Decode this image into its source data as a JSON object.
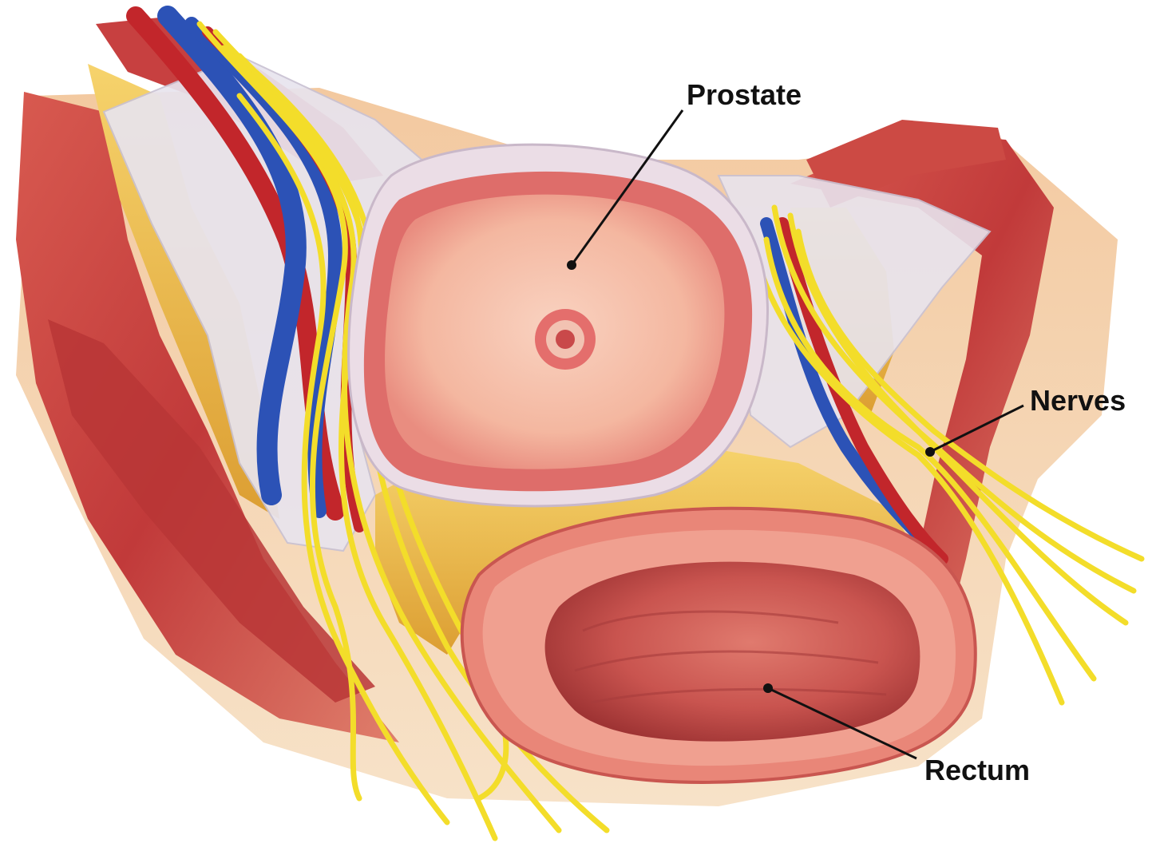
{
  "labels": {
    "prostate": "Prostate",
    "nerves": "Nerves",
    "rectum": "Rectum"
  },
  "colors": {
    "muscle": "#c9413f",
    "muscle_light": "#e27a6c",
    "fascia": "#e6e2ea",
    "fat": "#f2c24e",
    "fat_dark": "#d89a2c",
    "artery": "#c2262b",
    "vein": "#2c52b6",
    "nerve": "#f3dd2a",
    "prostate": "#f4b7a0",
    "prostate_rim": "#de6d6a",
    "rectum_wall": "#e98678",
    "rectum_lumen": "#c4504d",
    "leader": "#111111"
  },
  "icons": {
    "callout_dot": "leader-dot"
  }
}
